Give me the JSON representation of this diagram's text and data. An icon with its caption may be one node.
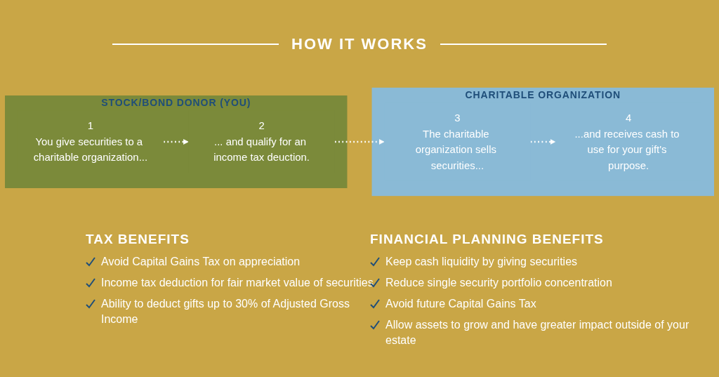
{
  "diagram": {
    "title": "HOW IT WORKS",
    "nodes": [
      {
        "text": [
          "STOCK/BOND DONOR (YOU)"
        ]
      },
      {
        "text": [
          "1",
          "You give securities to a charitable organization..."
        ],
        "in": 0
      },
      {
        "text": [
          "2",
          "... and qualify for an income tax deuction."
        ],
        "in": 0
      },
      {
        "text": [
          "CHARITABLE ORGANIZATION"
        ]
      },
      {
        "text": [
          "3",
          "The charitable organization sells securities..."
        ],
        "in": 3
      },
      {
        "text": [
          "4",
          "...and receives cash to use for your gift's purpose."
        ],
        "in": 3
      }
    ],
    "edges": [
      {
        "from": 1,
        "to": 2,
        "arrow": "to",
        "style": "dashed"
      },
      {
        "from": 2,
        "to": 4,
        "arrow": "to",
        "style": "dashed"
      },
      {
        "from": 4,
        "to": 5,
        "arrow": "to",
        "style": "dashed"
      }
    ],
    "labels": [
      "TAX BENEFITS",
      "Avoid Capital Gains Tax on appreciation",
      "Income tax deduction for fair market value of securities",
      "Ability to deduct gifts up to 30% of Adjusted Gross Income",
      "FINANCIAL PLANNING BENEFITS",
      "Keep cash liquidity by giving securities",
      "Reduce single security portfolio concentration",
      "Avoid future Capital Gains Tax",
      "Allow assets to grow and have greater impact outside of your estate"
    ]
  }
}
